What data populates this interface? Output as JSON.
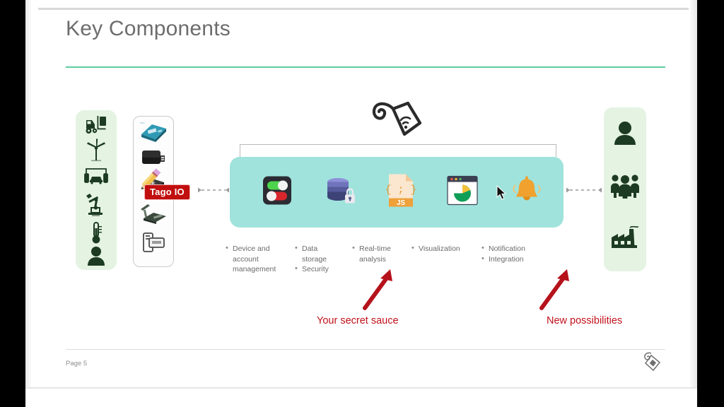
{
  "slide": {
    "title": "Key Components",
    "page_label": "Page 5",
    "accent_color": "#5ecc9d",
    "platform_color": "#9fe3dc",
    "annotation_color": "#c0111b",
    "column_green_color": "#e4f3e2"
  },
  "source_column": {
    "name": "data-sources",
    "icons": [
      {
        "name": "forklift-icon",
        "label": "Forklift"
      },
      {
        "name": "wind-turbine-icon",
        "label": "Wind turbine"
      },
      {
        "name": "vehicle-scanner-icon",
        "label": "Vehicle"
      },
      {
        "name": "robot-arm-icon",
        "label": "Robotic arm"
      },
      {
        "name": "thermometer-icon",
        "label": "Thermometer"
      },
      {
        "name": "person-icon",
        "label": "Person"
      }
    ]
  },
  "device_column": {
    "name": "gateway-devices",
    "badge": "Tago IO",
    "icons": [
      {
        "name": "dev-board-icon",
        "label": "Dev board"
      },
      {
        "name": "obd-dongle-icon",
        "label": "OBD dongle"
      },
      {
        "name": "sensor-module-icon",
        "label": "Sensor module"
      },
      {
        "name": "antenna-gateway-icon",
        "label": "Antenna gateway"
      },
      {
        "name": "card-reader-icon",
        "label": "Card reader"
      }
    ]
  },
  "platform": {
    "tag_icon": "rfid-tag-wifi-icon",
    "icons": [
      {
        "name": "toggles-icon",
        "label": "Device and account management"
      },
      {
        "name": "database-lock-icon",
        "label": "Data storage and security"
      },
      {
        "name": "js-script-icon",
        "label": "Real-time analysis",
        "badge": "JS",
        "code": "{ ; }"
      },
      {
        "name": "dashboard-piechart-icon",
        "label": "Visualization"
      },
      {
        "name": "bell-icon",
        "label": "Notification"
      }
    ],
    "cursor": "mouse-pointer-icon"
  },
  "features": [
    {
      "name": "feature-group-management",
      "items": [
        "Device and",
        "account",
        "management"
      ],
      "bulleted": [
        true,
        false,
        false
      ]
    },
    {
      "name": "feature-group-storage",
      "items": [
        "Data",
        "storage",
        "Security"
      ],
      "bulleted": [
        true,
        false,
        true
      ]
    },
    {
      "name": "feature-group-analysis",
      "items": [
        "Real-time",
        "analysis"
      ],
      "bulleted": [
        true,
        false
      ]
    },
    {
      "name": "feature-group-visualization",
      "items": [
        "Visualization"
      ],
      "bulleted": [
        true
      ]
    },
    {
      "name": "feature-group-notification",
      "items": [
        "Notification",
        "Integration"
      ],
      "bulleted": [
        true,
        true
      ]
    }
  ],
  "annotations": [
    {
      "name": "annotation-secret-sauce",
      "text": "Your secret sauce"
    },
    {
      "name": "annotation-new-possibilities",
      "text": "New possibilities"
    }
  ],
  "consumers_column": {
    "name": "consumers",
    "icons": [
      {
        "name": "single-user-icon",
        "label": "Individual"
      },
      {
        "name": "group-users-icon",
        "label": "Team"
      },
      {
        "name": "factory-icon",
        "label": "Enterprise"
      }
    ]
  },
  "connectors": [
    {
      "name": "dashed-arrow-left",
      "direction": "bidirectional"
    },
    {
      "name": "dashed-arrow-right",
      "direction": "bidirectional"
    }
  ],
  "footer": {
    "logo_name": "tag-diamond-logo-icon"
  }
}
